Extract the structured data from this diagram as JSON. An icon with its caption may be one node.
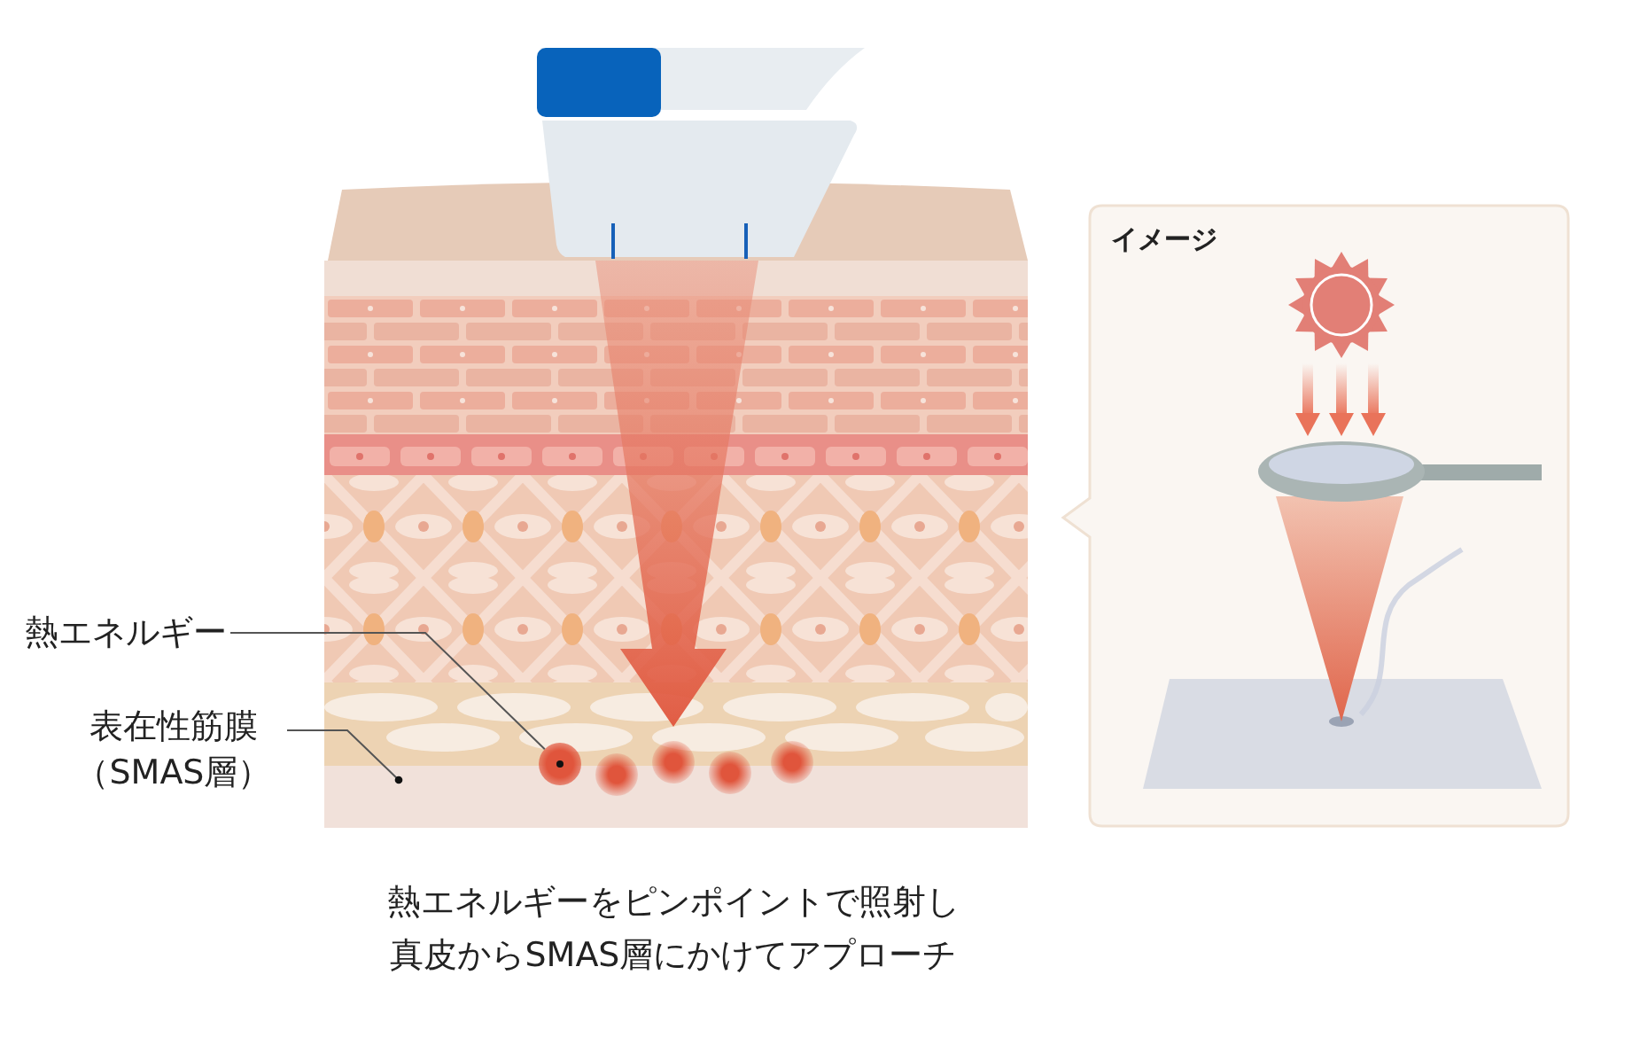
{
  "diagram": {
    "caption": "熱エネルギーをピンポイントで照射し真皮からSMAS層にかけてアプローチ",
    "nodes": [
      {
        "text": [
          "熱エネルギー"
        ]
      },
      {
        "text": [
          "表在性筋膜（SMAS層）"
        ]
      },
      {
        "text": [],
        "shape": "circle"
      },
      {
        "text": [
          "イメージ"
        ]
      }
    ],
    "edges": [
      {
        "from": 0,
        "to": 2,
        "arrow": "none"
      },
      {
        "from": 1,
        "to": null,
        "arrow": "other"
      }
    ]
  }
}
